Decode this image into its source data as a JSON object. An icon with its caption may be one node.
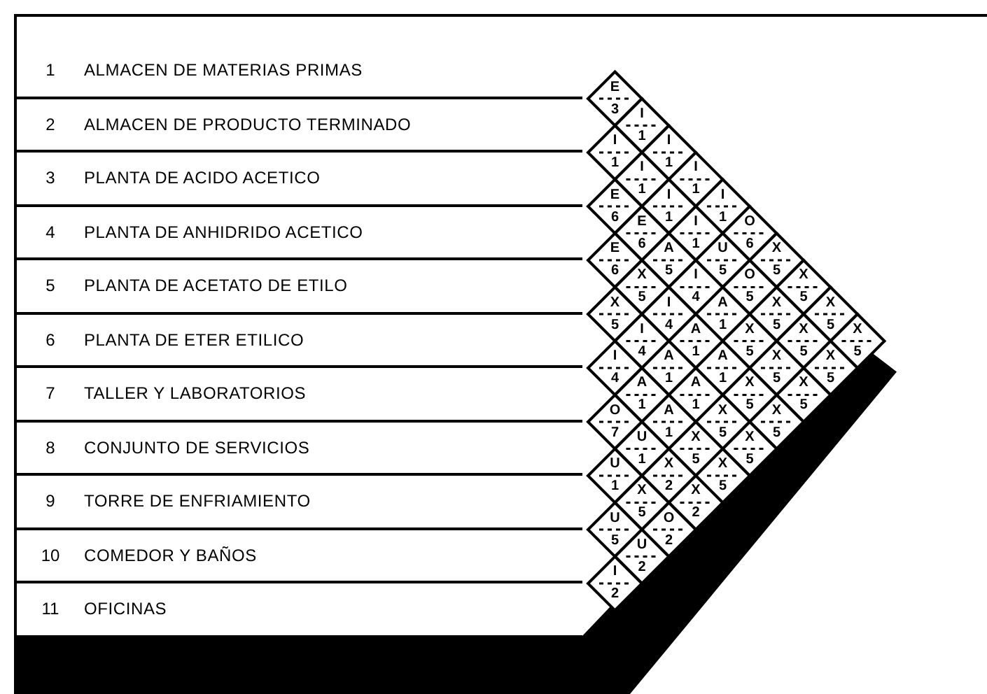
{
  "diagram": {
    "nodes": [
      {
        "text": [
          "1",
          "ALMACEN DE MATERIAS PRIMAS"
        ]
      },
      {
        "text": [
          "2",
          "ALMACEN DE PRODUCTO TERMINADO"
        ]
      },
      {
        "text": [
          "3",
          "PLANTA DE ACIDO ACETICO"
        ]
      },
      {
        "text": [
          "4",
          "PLANTA DE ANHIDRIDO ACETICO"
        ]
      },
      {
        "text": [
          "5",
          "PLANTA DE ACETATO DE ETILO"
        ]
      },
      {
        "text": [
          "6",
          "PLANTA DE ETER ETILICO"
        ]
      },
      {
        "text": [
          "7",
          "TALLER Y LABORATORIOS"
        ]
      },
      {
        "text": [
          "8",
          "CONJUNTO DE SERVICIOS"
        ]
      },
      {
        "text": [
          "9",
          "TORRE DE ENFRIAMIENTO"
        ]
      },
      {
        "text": [
          "10",
          "COMEDOR Y BAÑOS"
        ]
      },
      {
        "text": [
          "11",
          "OFICINAS"
        ]
      }
    ],
    "labels": [
      "E",
      "3",
      "I",
      "1",
      "I",
      "1",
      "I",
      "1",
      "I",
      "1",
      "O",
      "6",
      "X",
      "5",
      "X",
      "5",
      "X",
      "5",
      "X",
      "5",
      "I",
      "1",
      "I",
      "1",
      "I",
      "1",
      "I",
      "1",
      "U",
      "5",
      "O",
      "5",
      "X",
      "5",
      "X",
      "5",
      "X",
      "5",
      "E",
      "6",
      "E",
      "6",
      "A",
      "5",
      "I",
      "4",
      "A",
      "1",
      "X",
      "5",
      "X",
      "5",
      "X",
      "5",
      "E",
      "6",
      "X",
      "5",
      "I",
      "4",
      "A",
      "1",
      "A",
      "1",
      "X",
      "5",
      "X",
      "5",
      "X",
      "5",
      "I",
      "4",
      "A",
      "1",
      "A",
      "1",
      "X",
      "5",
      "X",
      "5",
      "I",
      "4",
      "A",
      "1",
      "A",
      "1",
      "X",
      "5",
      "X",
      "5",
      "O",
      "7",
      "U",
      "1",
      "X",
      "2",
      "X",
      "2",
      "U",
      "1",
      "X",
      "5",
      "O",
      "2",
      "U",
      "5",
      "U",
      "2",
      "I",
      "2"
    ]
  }
}
